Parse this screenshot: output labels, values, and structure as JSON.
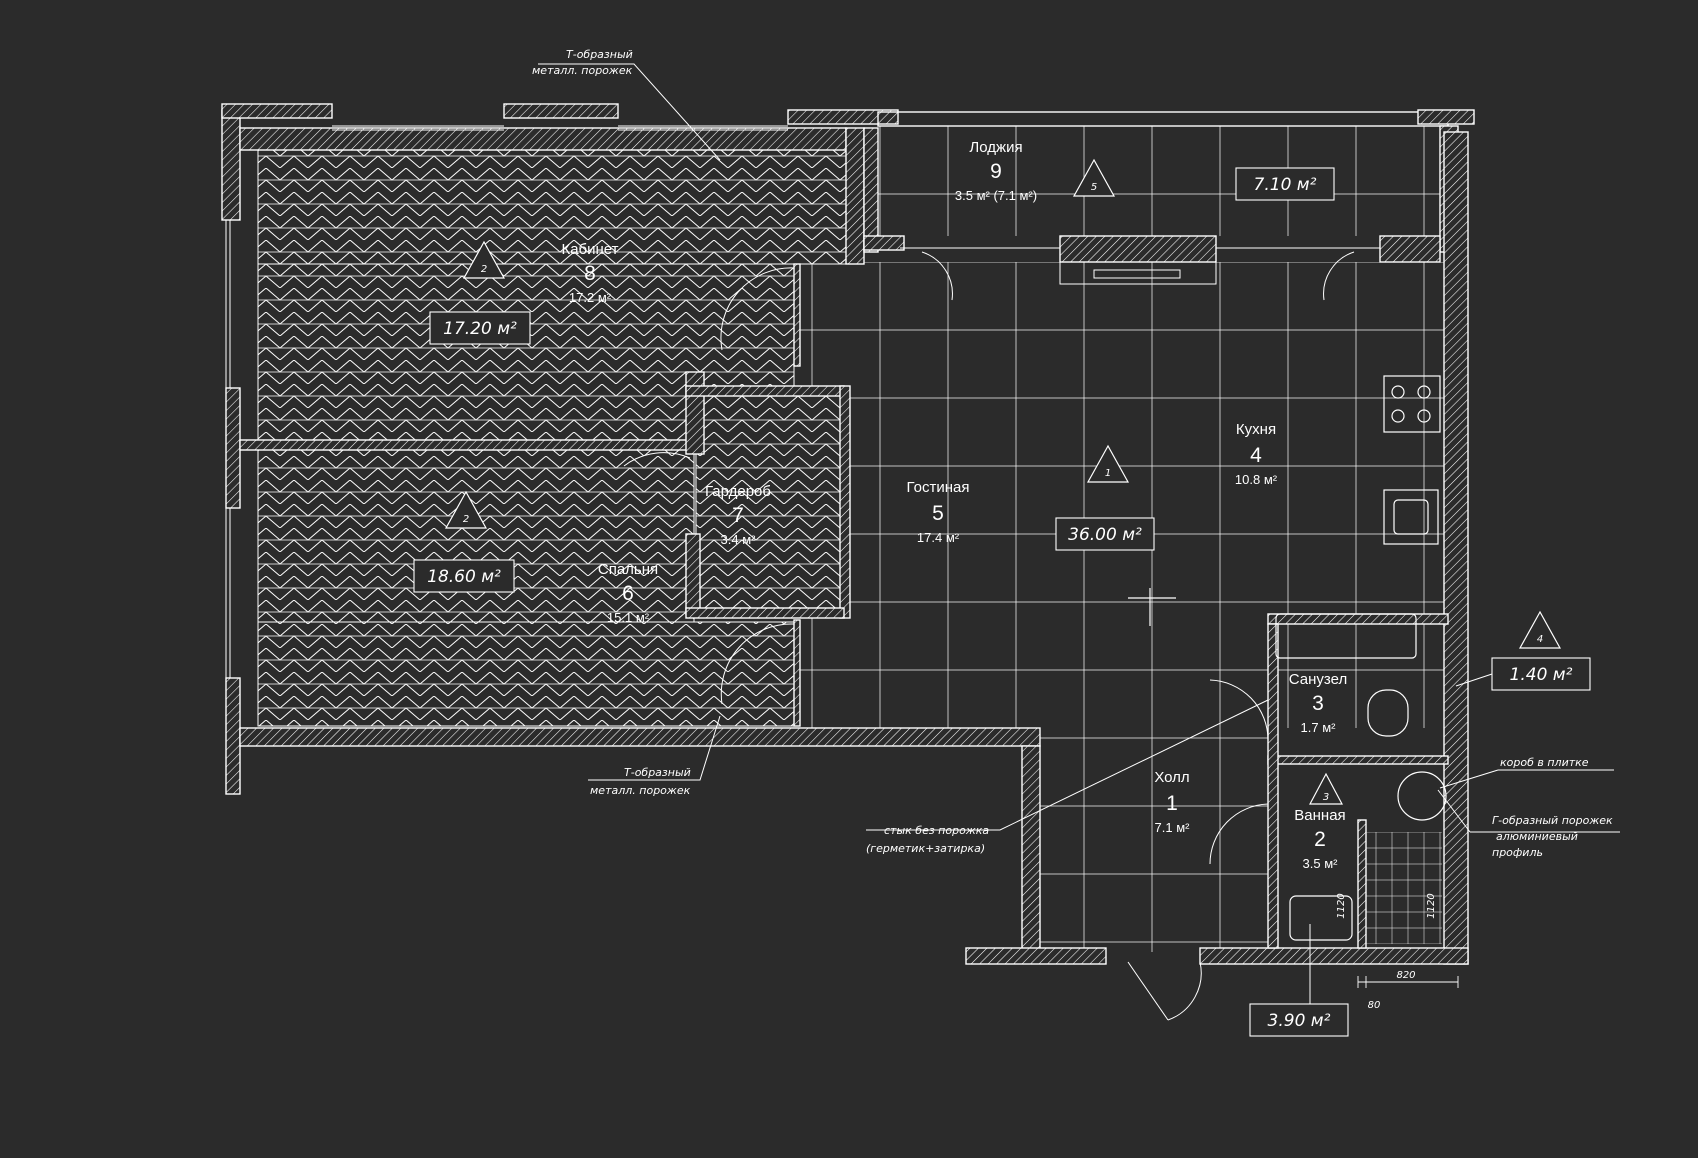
{
  "rooms": [
    {
      "name": "Холл",
      "number": "1",
      "area": "7.1 м²"
    },
    {
      "name": "Ванная",
      "number": "2",
      "area": "3.5 м²"
    },
    {
      "name": "Санузел",
      "number": "3",
      "area": "1.7 м²"
    },
    {
      "name": "Кухня",
      "number": "4",
      "area": "10.8 м²"
    },
    {
      "name": "Гостиная",
      "number": "5",
      "area": "17.4 м²"
    },
    {
      "name": "Спальня",
      "number": "6",
      "area": "15.1 м²"
    },
    {
      "name": "Гардероб",
      "number": "7",
      "area": "3.4 м²"
    },
    {
      "name": "Кабинет",
      "number": "8",
      "area": "17.2 м²"
    },
    {
      "name": "Лоджия",
      "number": "9",
      "area": "3.5 м² (7.1 м²)"
    }
  ],
  "area_tags": [
    "17.20 м²",
    "18.60 м²",
    "36.00 м²",
    "7.10 м²",
    "1.40 м²",
    "3.90 м²"
  ],
  "markers": [
    "1",
    "2",
    "2",
    "3",
    "4",
    "5"
  ],
  "notes": {
    "t_threshold_line1": "Т-образный",
    "t_threshold_line2": "металл. порожек",
    "joint_line1": "стык без порожка",
    "joint_line2": "(герметик+затирка)",
    "box_tile": "короб в плитке",
    "g_threshold_line1": "Г-образный порожек",
    "g_threshold_line2": "алюминиевый",
    "g_threshold_line3": "профиль"
  },
  "dimensions": [
    "1120",
    "1120",
    "820",
    "80"
  ],
  "colors": {
    "background": "#2b2b2b",
    "lines": "#ffffff",
    "walls": "#ffffff"
  }
}
